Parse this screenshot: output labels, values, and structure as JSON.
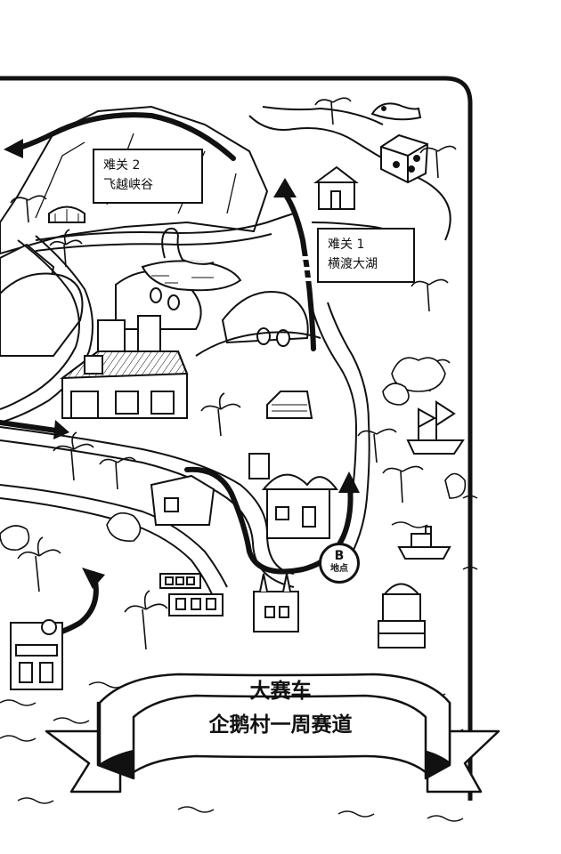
{
  "challenges": [
    {
      "name": "难关 2",
      "desc": "飞越峡谷"
    },
    {
      "name": "难关 1",
      "desc": "横渡大湖"
    }
  ],
  "marker": {
    "letter": "B",
    "place": "地点"
  },
  "banner": {
    "title": "大赛车",
    "subtitle": "企鹅村一周赛道"
  },
  "colors": {
    "ink": "#111111",
    "paper": "#ffffff"
  }
}
